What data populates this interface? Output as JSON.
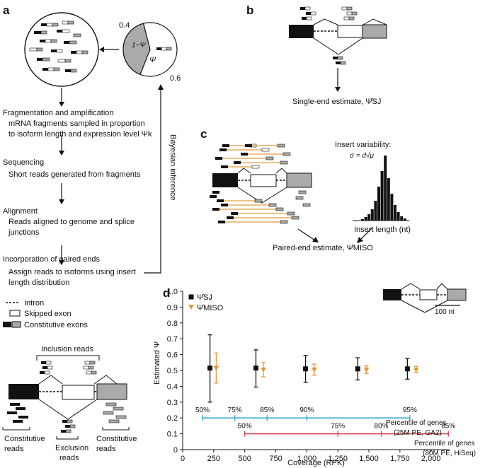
{
  "panel_labels": {
    "a": "a",
    "b": "b",
    "c": "c",
    "d": "d"
  },
  "panel_a": {
    "pie": {
      "label_top": "0.4",
      "label_bottom": "0.6",
      "gray_slice_label": "1−Ψ",
      "white_slice_label": "Ψ",
      "gray_fraction": 0.4,
      "white_fraction": 0.6
    },
    "steps": [
      {
        "heading": "Fragmentation and amplification",
        "lines": [
          "mRNA fragments sampled in proportion",
          "to isoform length and expression level Ψk"
        ]
      },
      {
        "heading": "Sequencing",
        "lines": [
          "Short reads generated from fragments"
        ]
      },
      {
        "heading": "Alignment",
        "lines": [
          "Reads aligned to genome and splice",
          "junctions"
        ]
      },
      {
        "heading": "Incorporation of paired ends",
        "lines": [
          "Assign reads to isoforms using insert",
          "length distribution"
        ]
      }
    ],
    "bayesian_label": "Bayesian inference",
    "legend": [
      {
        "symbol": "dashed-line",
        "label": "Intron"
      },
      {
        "symbol": "white-box",
        "label": "Skipped exon"
      },
      {
        "symbol": "black-gray-boxes",
        "label": "Constitutive exons"
      }
    ],
    "read_labels": {
      "inclusion": "Inclusion reads",
      "constitutive_left_1": "Constitutive",
      "constitutive_left_2": "reads",
      "exclusion_1": "Exclusion",
      "exclusion_2": "reads",
      "constitutive_right_1": "Constitutive",
      "constitutive_right_2": "reads"
    }
  },
  "panel_b": {
    "estimate_label": "Single-end estimate, Ψ̂SJ"
  },
  "panel_c": {
    "insert_variability": "Insert variability:",
    "sigma_formula": "σ = d√μ",
    "histogram_xlabel": "Insert length (nt)",
    "estimate_label": "Paired-end estimate, Ψ̂MISO"
  },
  "panel_d": {
    "scale_bar_label": "100 nt",
    "percentile_rows": [
      {
        "labels": [
          "50%",
          "75%",
          "85%",
          "90%",
          "95%"
        ],
        "caption_1": "Percentile of genes",
        "caption_2": "(25M PE, GA2)",
        "color": "#3aa9d6"
      },
      {
        "labels": [
          "50%",
          "75%",
          "80%",
          "85%"
        ],
        "caption_1": "Percentile of genes",
        "caption_2": "(80M PE, HiSeq)",
        "color": "#d8485a"
      }
    ]
  },
  "chart_data": {
    "type": "scatter",
    "xlabel": "Coverage (RPK)",
    "ylabel": "Estimated Ψ",
    "xlim": [
      0,
      2150
    ],
    "ylim": [
      0,
      1.0
    ],
    "x_ticks": [
      0,
      250,
      500,
      750,
      1000,
      1250,
      1500,
      1750,
      2000
    ],
    "x_tick_labels": [
      "0",
      "250",
      "500",
      "750",
      "1,000",
      "1,250",
      "1,500",
      "1,750",
      "2,000"
    ],
    "y_ticks": [
      0,
      0.1,
      0.2,
      0.3,
      0.4,
      0.5,
      0.6,
      0.7,
      0.8,
      0.9,
      1.0
    ],
    "y_tick_labels": [
      "0",
      "0.1",
      "0.2",
      "0.3",
      "0.4",
      "0.5",
      "0.6",
      "0.7",
      "0.8",
      "0.9",
      "1.0"
    ],
    "legend_position": "top-left",
    "series": [
      {
        "name": "Ψ̂SJ",
        "marker": "square",
        "color": "#111111",
        "x": [
          220,
          590,
          990,
          1410,
          1810
        ],
        "y": [
          0.515,
          0.515,
          0.51,
          0.51,
          0.51
        ],
        "y_low": [
          0.3,
          0.395,
          0.425,
          0.44,
          0.445
        ],
        "y_high": [
          0.725,
          0.63,
          0.595,
          0.58,
          0.575
        ]
      },
      {
        "name": "Ψ̂MISO",
        "marker": "triangle-down",
        "color": "#e39a3b",
        "x": [
          270,
          650,
          1060,
          1480,
          1880
        ],
        "y": [
          0.515,
          0.505,
          0.505,
          0.505,
          0.505
        ],
        "y_low": [
          0.42,
          0.46,
          0.47,
          0.48,
          0.485
        ],
        "y_high": [
          0.61,
          0.55,
          0.54,
          0.53,
          0.525
        ]
      }
    ],
    "percentile_rows": [
      {
        "y": 0.2,
        "x_start": 160,
        "x_end": 1830,
        "tick_x": [
          160,
          420,
          680,
          1000,
          1830
        ]
      },
      {
        "y": 0.1,
        "x_start": 500,
        "x_end": 2140,
        "tick_x": [
          500,
          1250,
          1600,
          2140
        ]
      }
    ]
  }
}
